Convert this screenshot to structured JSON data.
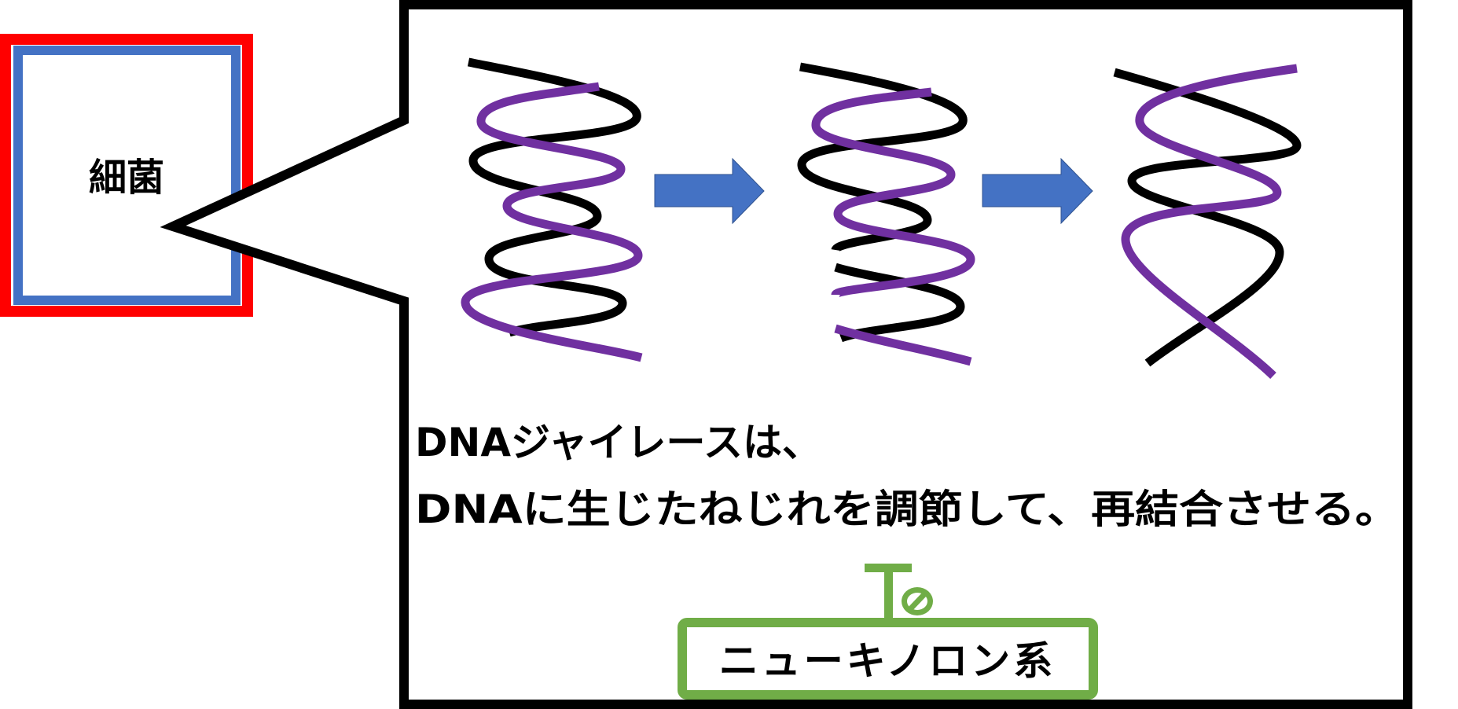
{
  "colors": {
    "cell_wall_outer": "#ff0000",
    "cell_wall_inner": "#4472c4",
    "strand_a": "#000000",
    "strand_b": "#7030a0",
    "arrow": "#4472c4",
    "inhibitor": "#70ad47",
    "callout_border": "#000000"
  },
  "bacterium": {
    "label": "細菌"
  },
  "callout": {
    "stages": [
      {
        "name": "supercoiled-dna",
        "state": "tightly twisted"
      },
      {
        "name": "cut-dna",
        "state": "strands cut"
      },
      {
        "name": "relaxed-dna",
        "state": "twist relaxed"
      }
    ],
    "arrows": [
      {
        "icon": "right-arrow-icon"
      },
      {
        "icon": "right-arrow-icon"
      }
    ],
    "description": {
      "line1": "DNAジャイレースは、",
      "line2": "DNAに生じたねじれを調節して、再結合させる。"
    }
  },
  "inhibitor": {
    "label": "ニューキノロン系",
    "icon": "inhibit-icon"
  }
}
